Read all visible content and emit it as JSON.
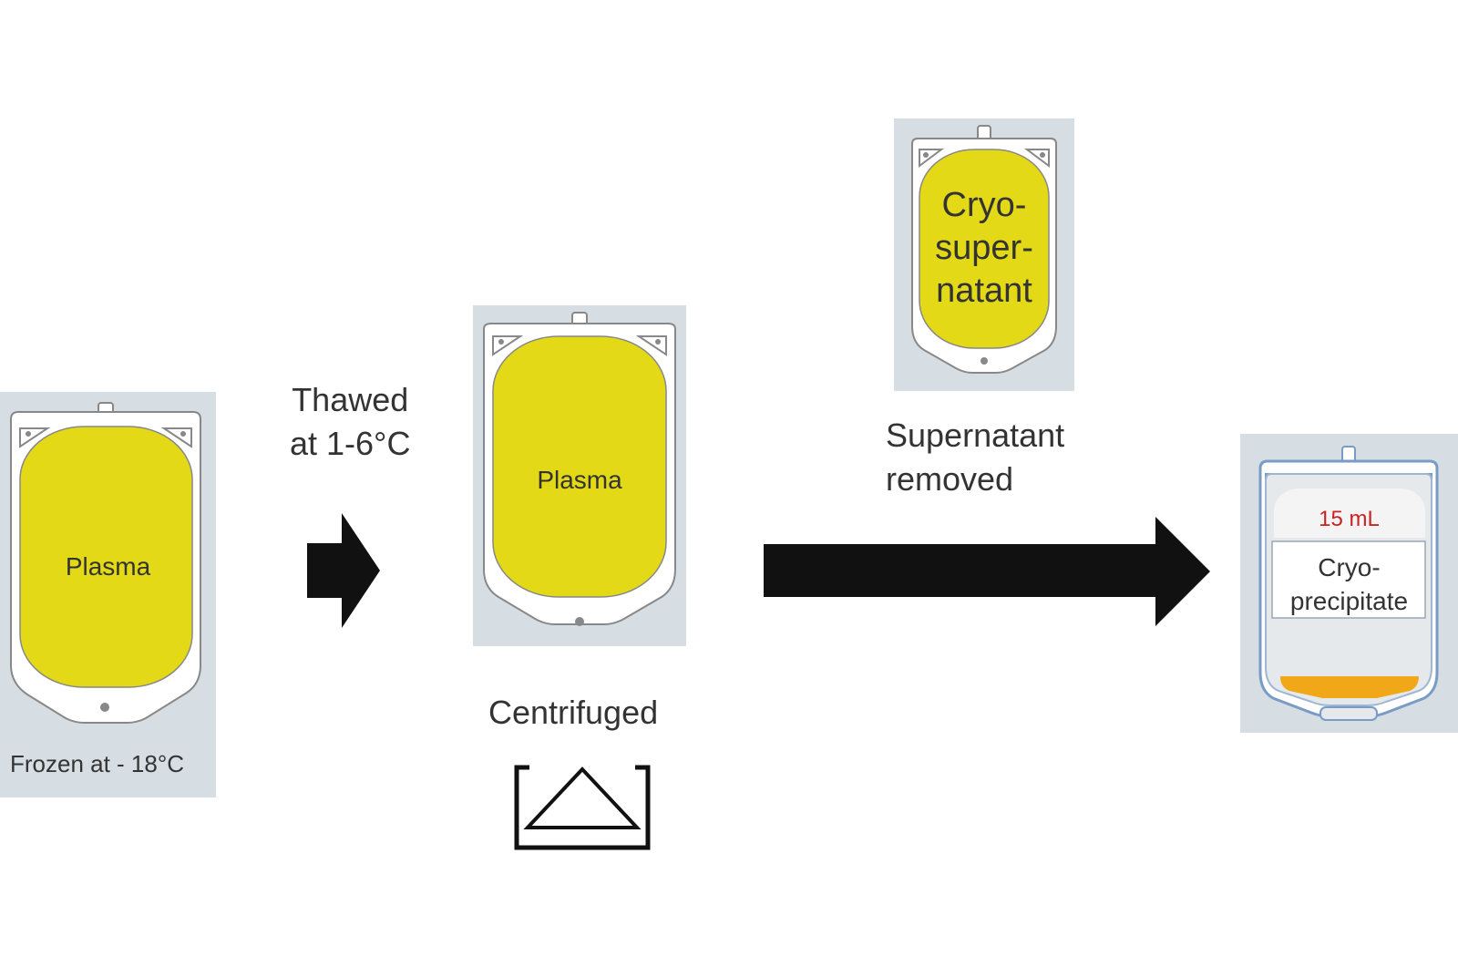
{
  "bag_frozen": {
    "content_label": "Plasma",
    "caption": "Frozen at - 18°C"
  },
  "step_thaw": {
    "line1": "Thawed",
    "line2": "at 1-6°C"
  },
  "bag_centrifuged": {
    "content_label": "Plasma",
    "caption": "Centrifuged"
  },
  "bag_supernatant": {
    "line1": "Cryo-",
    "line2": "super-",
    "line3": "natant"
  },
  "step_remove": {
    "line1": "Supernatant",
    "line2": "removed"
  },
  "bag_cryo": {
    "volume": "15 mL",
    "line1": "Cryo-",
    "line2": "precipitate"
  },
  "colors": {
    "plasma": "#e3d916",
    "panel": "#d6dde3",
    "precipitate": "#f0a818",
    "volume_text": "#cc2222",
    "arrow": "#111111"
  },
  "icons": [
    "centrifuge-icon",
    "arrow-right-icon"
  ]
}
